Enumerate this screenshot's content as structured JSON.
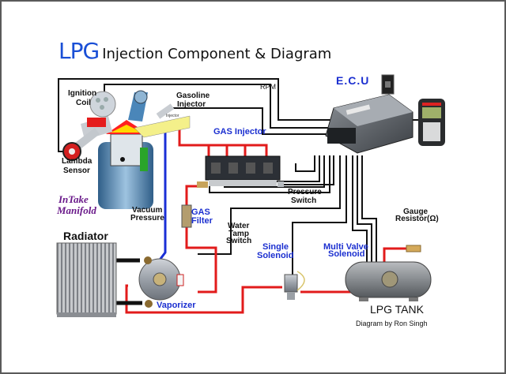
{
  "title": {
    "prefix": "LPG",
    "rest": "Injection Component & Diagram"
  },
  "labels": {
    "ignition_coil": [
      "Ignition",
      "Coil"
    ],
    "gasoline_injector": [
      "Gasoline",
      "Injector"
    ],
    "injector_small": "Injector",
    "lambda_sensor": [
      "Lambda",
      "Sensor"
    ],
    "intake_manifold": [
      "InTake",
      "Manifold"
    ],
    "rpm": "RPM",
    "ecu": "E.C.U",
    "gas_injector": "GAS Injector",
    "pressure_switch": [
      "Pressure",
      "Switch"
    ],
    "vacuum_pressure": [
      "Vacuum",
      "Pressure"
    ],
    "gas_filter": [
      "GAS",
      "Filter"
    ],
    "water_temp_switch": [
      "Water",
      "Tamp",
      "Switch"
    ],
    "gauge_resistor": [
      "Gauge",
      "Resistor(Ω)"
    ],
    "radiator": "Radiator",
    "single_solenoid": [
      "Single",
      "Solenoid"
    ],
    "multi_valve_solenoid": [
      "Multi Valve",
      "Solenoid"
    ],
    "vaporizer": "Vaporizer",
    "lpg_tank": "LPG TANK",
    "credit": "Diagram by Ron Singh"
  },
  "colors": {
    "title_accent": "#1a4fd6",
    "label_blue": "#1b2fd0",
    "gas_line": "#e21b1b",
    "vacuum_line": "#1a2fd6",
    "wire": "#111111",
    "intake_label": "#6a1a8a"
  },
  "components": [
    "ignition-coil",
    "engine",
    "lambda-sensor",
    "gasoline-injector",
    "ecu",
    "switch-panel",
    "diagnostic-handset",
    "gas-injector-rail",
    "gas-filter",
    "vaporizer",
    "radiator",
    "single-solenoid",
    "lpg-tank",
    "multi-valve",
    "filler-nozzle"
  ]
}
